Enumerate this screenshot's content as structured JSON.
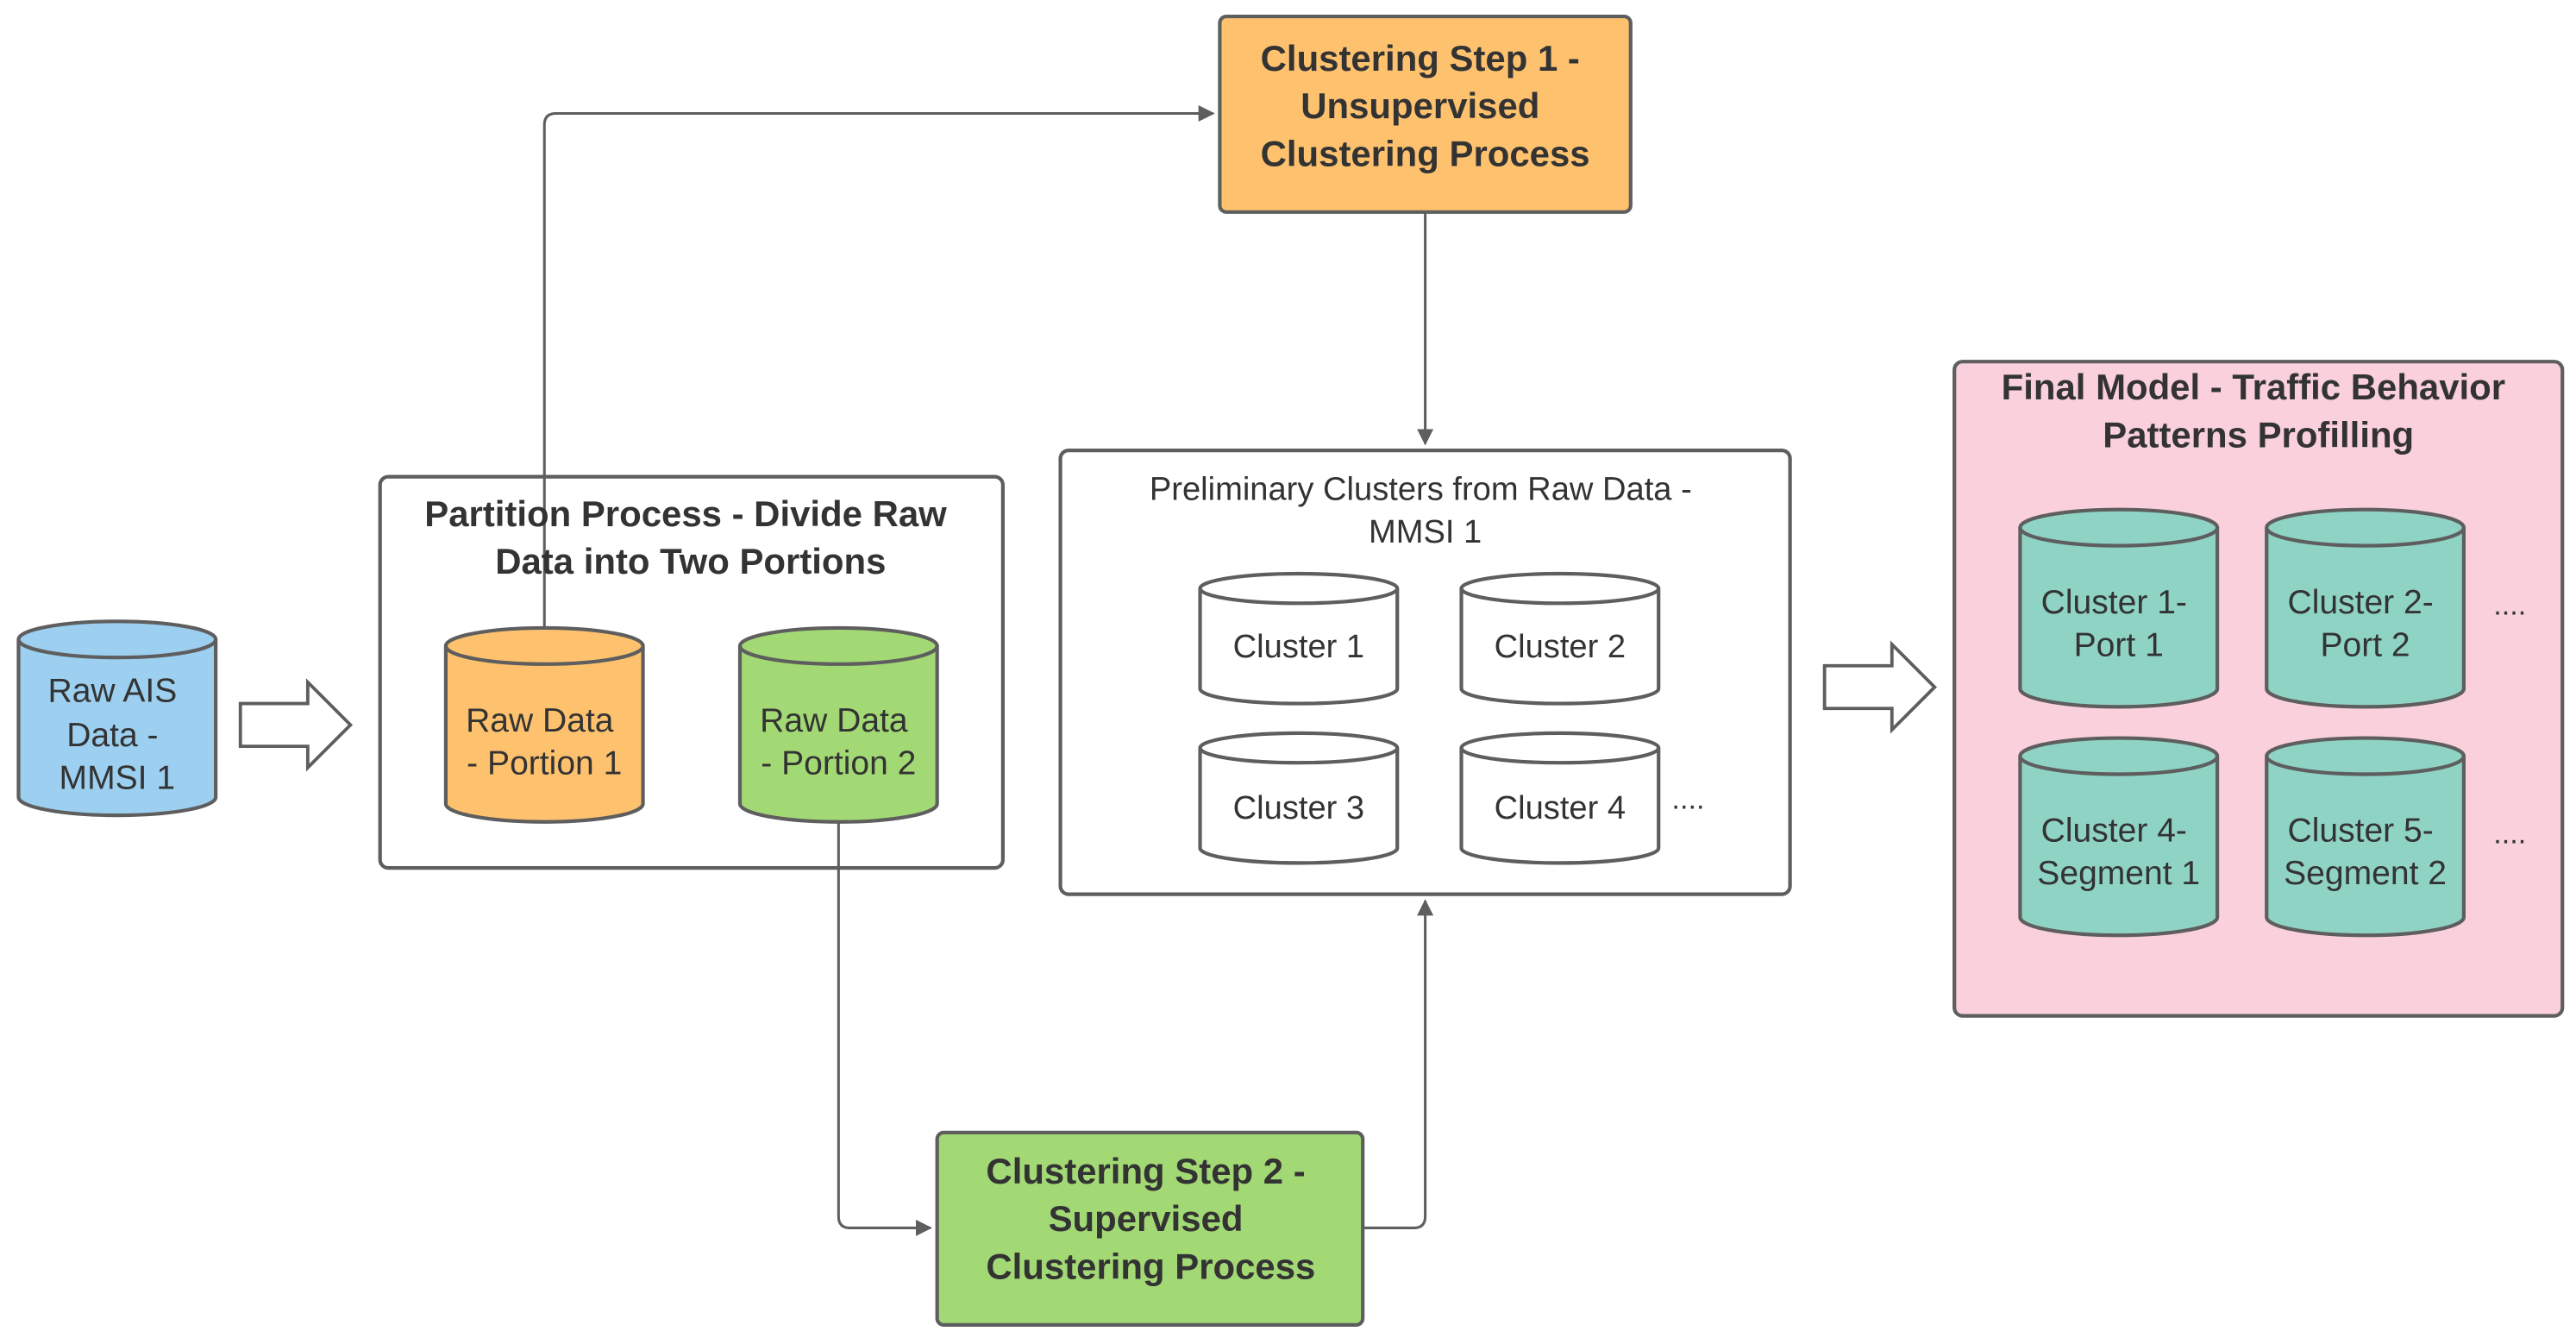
{
  "colors": {
    "blue": "#9ccff0",
    "orange": "#fec26f",
    "green": "#a3d975",
    "teal": "#8fd3c5",
    "pink": "#f9d0dc",
    "stroke": "#5e5e5e",
    "white": "#ffffff"
  },
  "raw_source": {
    "lines": [
      "Raw AIS",
      "Data -",
      "MMSI 1"
    ]
  },
  "partition": {
    "title_lines": [
      "Partition Process - Divide Raw",
      "Data into Two Portions"
    ],
    "portion1_lines": [
      "Raw Data",
      "- Portion 1"
    ],
    "portion2_lines": [
      "Raw Data",
      "- Portion 2"
    ]
  },
  "step1": {
    "lines": [
      "Clustering Step 1 -",
      "Unsupervised",
      "Clustering Process"
    ]
  },
  "step2": {
    "lines": [
      "Clustering Step 2 -",
      "Supervised",
      "Clustering Process"
    ]
  },
  "preliminary": {
    "title_lines": [
      "Preliminary Clusters from Raw Data -",
      "MMSI 1"
    ],
    "clusters": [
      "Cluster 1",
      "Cluster 2",
      "Cluster 3",
      "Cluster 4"
    ],
    "ellipsis": "...."
  },
  "final_model": {
    "title_lines": [
      "Final Model - Traffic Behavior",
      "Patterns Profilling"
    ],
    "clusters": [
      [
        "Cluster 1-",
        "Port 1"
      ],
      [
        "Cluster 2-",
        "Port 2"
      ],
      [
        "Cluster 4-",
        "Segment 1"
      ],
      [
        "Cluster 5-",
        "Segment 2"
      ]
    ],
    "ellipsis_row1": "....",
    "ellipsis_row2": "...."
  }
}
